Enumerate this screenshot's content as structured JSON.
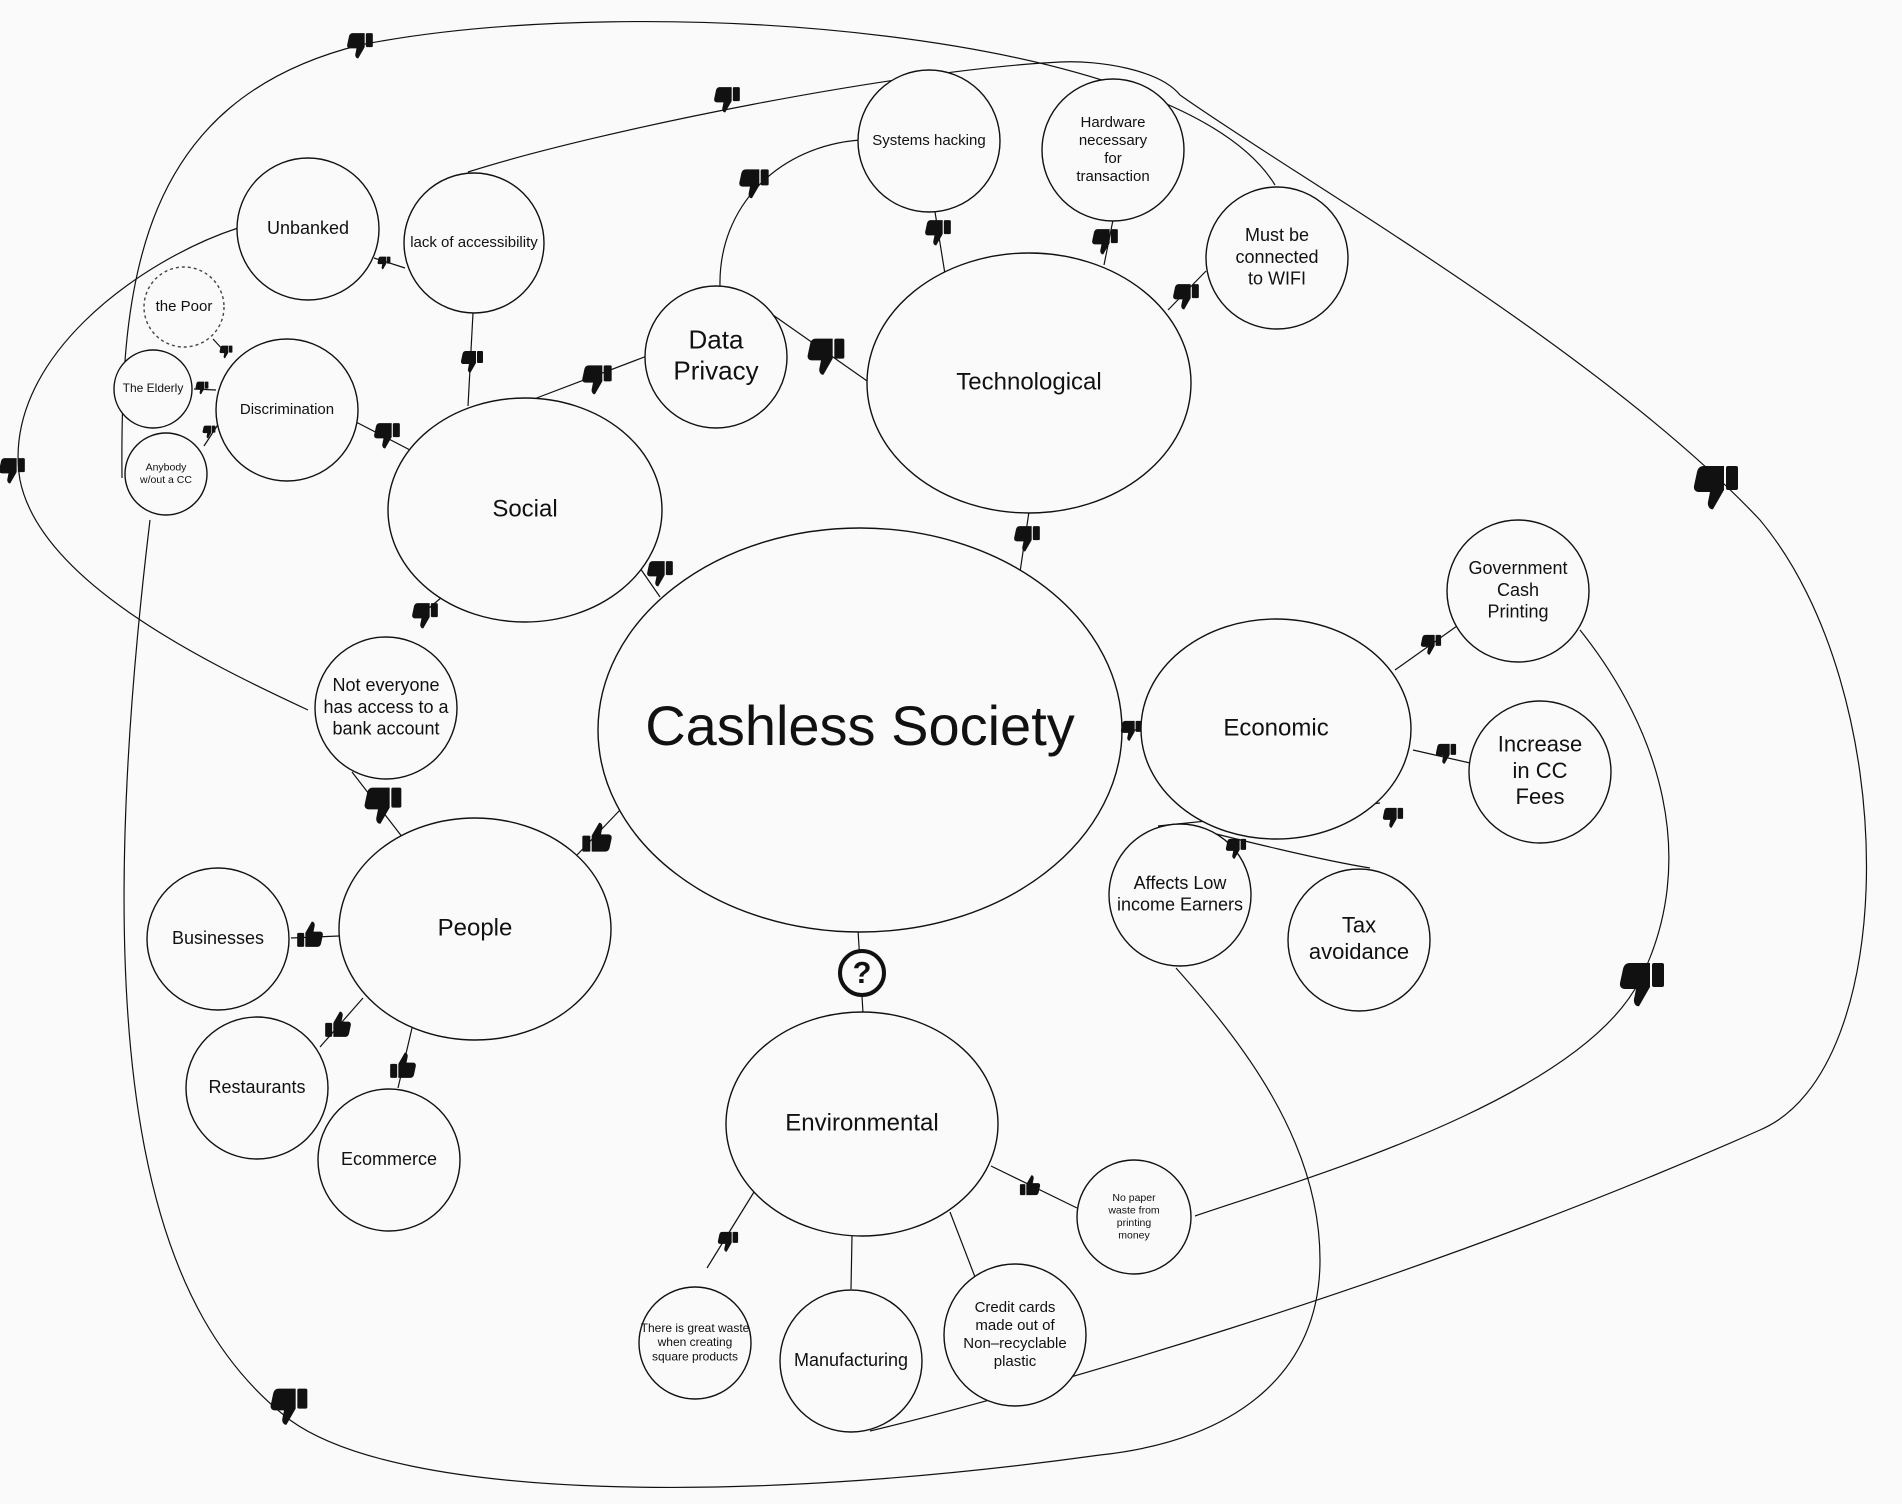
{
  "nodes": [
    {
      "id": "center",
      "lines": [
        "Cashless Society"
      ],
      "size": "xxl"
    },
    {
      "id": "social",
      "lines": [
        "Social"
      ],
      "size": "l"
    },
    {
      "id": "technological",
      "lines": [
        "Technological"
      ],
      "size": "l"
    },
    {
      "id": "economic",
      "lines": [
        "Economic"
      ],
      "size": "l"
    },
    {
      "id": "people",
      "lines": [
        "People"
      ],
      "size": "l"
    },
    {
      "id": "environmental",
      "lines": [
        "Environmental"
      ],
      "size": "l"
    },
    {
      "id": "data-privacy",
      "lines": [
        "Data",
        "Privacy"
      ],
      "size": "xl"
    },
    {
      "id": "systems-hacking",
      "lines": [
        "Systems hacking"
      ],
      "size": "s"
    },
    {
      "id": "hardware",
      "lines": [
        "Hardware",
        "necessary",
        "for",
        "transaction"
      ],
      "size": "s"
    },
    {
      "id": "wifi",
      "lines": [
        "Must be",
        "connected",
        "to WIFI"
      ],
      "size": "m"
    },
    {
      "id": "lack-access",
      "lines": [
        "lack of accessibility"
      ],
      "size": "s"
    },
    {
      "id": "unbanked",
      "lines": [
        "Unbanked"
      ],
      "size": "m"
    },
    {
      "id": "the-poor",
      "lines": [
        "the Poor"
      ],
      "size": "s"
    },
    {
      "id": "elderly",
      "lines": [
        "The Elderly"
      ],
      "size": "xs"
    },
    {
      "id": "discrimination",
      "lines": [
        "Discrimination"
      ],
      "size": "s"
    },
    {
      "id": "anybody-cc",
      "lines": [
        "Anybody",
        "w/out a CC"
      ],
      "size": "xxs"
    },
    {
      "id": "bank-account",
      "lines": [
        "Not everyone",
        "has access to a",
        "bank account"
      ],
      "size": "m"
    },
    {
      "id": "gov-cash",
      "lines": [
        "Government",
        "Cash",
        "Printing"
      ],
      "size": "m"
    },
    {
      "id": "cc-fees",
      "lines": [
        "Increase",
        "in CC",
        "Fees"
      ],
      "size": "ml"
    },
    {
      "id": "low-income",
      "lines": [
        "Affects Low",
        "income Earners"
      ],
      "size": "m"
    },
    {
      "id": "tax",
      "lines": [
        "Tax",
        "avoidance"
      ],
      "size": "ml"
    },
    {
      "id": "businesses",
      "lines": [
        "Businesses"
      ],
      "size": "m"
    },
    {
      "id": "restaurants",
      "lines": [
        "Restaurants"
      ],
      "size": "m"
    },
    {
      "id": "ecommerce",
      "lines": [
        "Ecommerce"
      ],
      "size": "m"
    },
    {
      "id": "no-paper",
      "lines": [
        "No paper",
        "waste from",
        "printing",
        "money"
      ],
      "size": "xxs"
    },
    {
      "id": "square-waste",
      "lines": [
        "There is great waste",
        "when creating",
        "square products"
      ],
      "size": "xs"
    },
    {
      "id": "manufacturing",
      "lines": [
        "Manufacturing"
      ],
      "size": "m"
    },
    {
      "id": "credit-cards",
      "lines": [
        "Credit cards",
        "made out of",
        "Non–recyclable",
        "plastic"
      ],
      "size": "s"
    }
  ],
  "markers": [
    {
      "type": "thumbs-down"
    },
    {
      "type": "thumbs-down"
    },
    {
      "type": "thumbs-down"
    },
    {
      "type": "thumbs-down"
    },
    {
      "type": "thumbs-down"
    },
    {
      "type": "thumbs-down"
    },
    {
      "type": "thumbs-down"
    },
    {
      "type": "thumbs-down"
    },
    {
      "type": "thumbs-down"
    },
    {
      "type": "thumbs-down"
    },
    {
      "type": "thumbs-down"
    },
    {
      "type": "thumbs-down"
    },
    {
      "type": "thumbs-down"
    },
    {
      "type": "thumbs-down"
    },
    {
      "type": "thumbs-down"
    },
    {
      "type": "thumbs-down"
    },
    {
      "type": "thumbs-down"
    },
    {
      "type": "thumbs-down"
    },
    {
      "type": "thumbs-down"
    },
    {
      "type": "thumbs-down"
    },
    {
      "type": "thumbs-down"
    },
    {
      "type": "thumbs-down"
    },
    {
      "type": "thumbs-down"
    },
    {
      "type": "thumbs-down"
    },
    {
      "type": "thumbs-down"
    },
    {
      "type": "thumbs-down"
    },
    {
      "type": "thumbs-down"
    },
    {
      "type": "thumbs-down"
    },
    {
      "type": "thumbs-up"
    },
    {
      "type": "thumbs-up"
    },
    {
      "type": "thumbs-up"
    },
    {
      "type": "thumbs-up"
    },
    {
      "type": "thumbs-up"
    },
    {
      "type": "question"
    }
  ]
}
